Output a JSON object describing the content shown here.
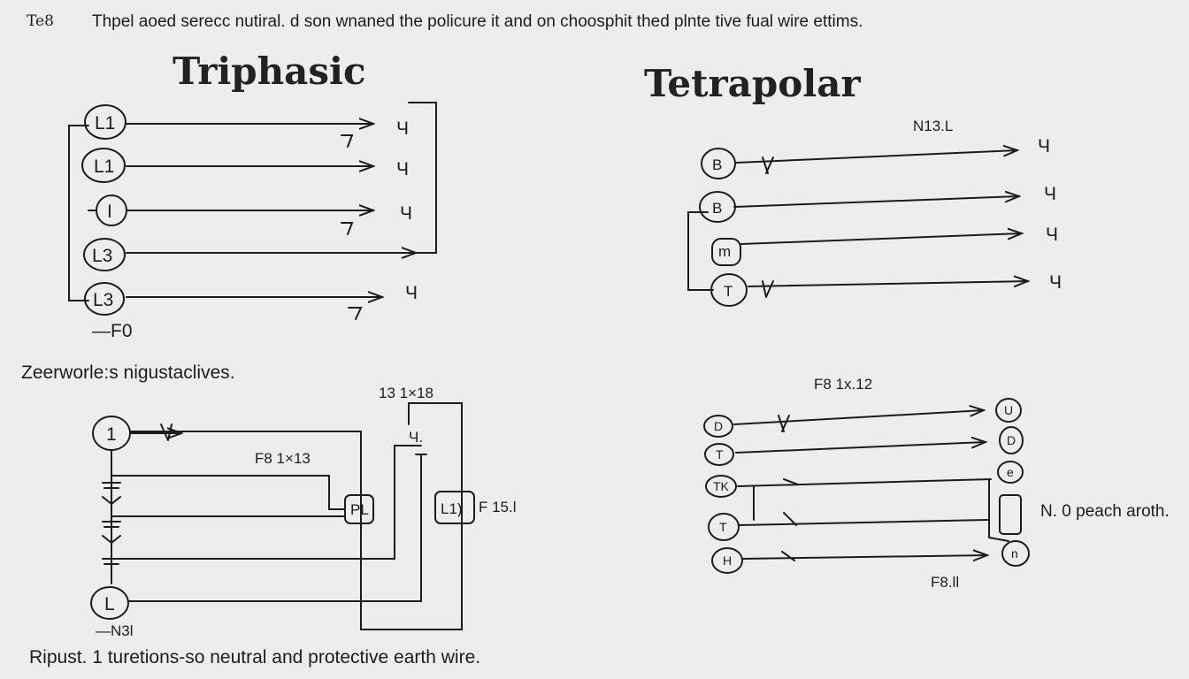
{
  "header": {
    "tag": "Te8",
    "line": "Thpel aoed serecc nutiral. d son wnaned the policure it and on choosphit thed plnte tive fual wire ettims."
  },
  "triphasic": {
    "title": "Triphasic",
    "terminals": [
      "L1",
      "L1",
      "I",
      "L3",
      "L3"
    ],
    "end_marks": [
      "Ч",
      "Ч",
      "Ч",
      "Ч"
    ],
    "ground_label": "—F0"
  },
  "tetrapolar": {
    "title": "Tetrapolar",
    "top_label": "N13.L",
    "terminals": [
      "B",
      "B",
      "m",
      "T"
    ],
    "end_marks": [
      "Ч",
      "Ч",
      "Ч",
      "Ч"
    ]
  },
  "lower_left": {
    "section_title": "Zeerworle:s nigustaclives.",
    "label_top": "13 1×18",
    "label_mid": "F8 1×13",
    "box_1": "PL",
    "box_2": "L1)",
    "box_2_label": "F 15.l",
    "junction_label": "Ч.",
    "terminals": [
      "1",
      "L"
    ],
    "bottom_label": "—N3l"
  },
  "lower_right": {
    "label_top": "F8 1x.12",
    "left_terminals": [
      "D",
      "T",
      "TK",
      "T",
      "H"
    ],
    "right_terminals": [
      "U",
      "D",
      "e",
      "n"
    ],
    "bottom_label": "F8.ll",
    "side_note": "N. 0 peach aroth."
  },
  "footer": "Ripust. 1 turetions-so neutral and protective earth wire."
}
